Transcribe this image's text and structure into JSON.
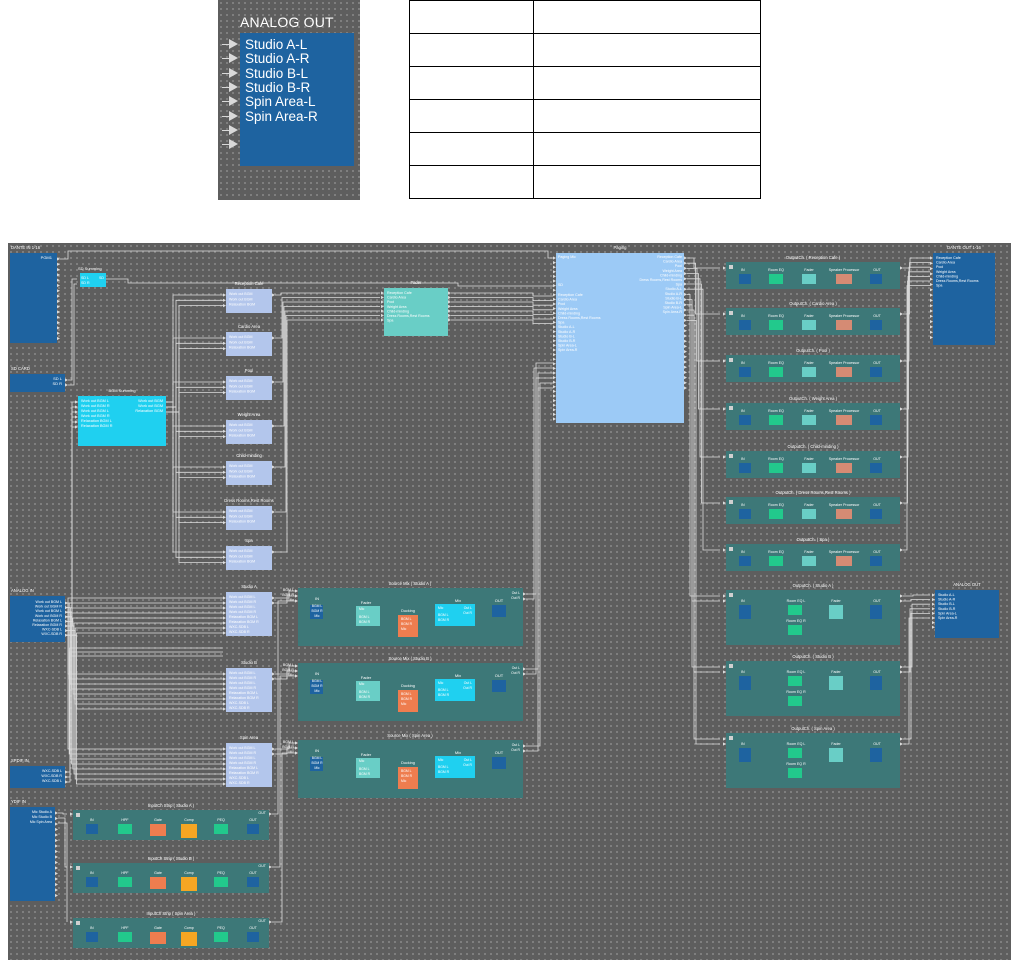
{
  "analog_out_detail": {
    "title": "ANALOG OUT",
    "channels": [
      "Studio A-L",
      "Studio A-R",
      "Studio B-L",
      "Studio B-R",
      "Spin Area-L",
      "Spin Area-R",
      "",
      ""
    ]
  },
  "table": {
    "rows": [
      [
        "",
        ""
      ],
      [
        "",
        ""
      ],
      [
        "",
        ""
      ],
      [
        "",
        ""
      ],
      [
        "",
        ""
      ],
      [
        "",
        ""
      ]
    ]
  },
  "colors": {
    "dante_blue": "#1e63a0",
    "component_light": "#b3c6ec",
    "bgm_cyan": "#1fd0f0",
    "source_mix_teal": "#3d7878",
    "paging_blue": "#9ccaf6",
    "block_green": "#22c98c",
    "block_orange": "#ee7d4f",
    "block_gold": "#f5a623",
    "fader_teal": "#69cec6",
    "speaker_salmon": "#d58b74",
    "canvas_gray": "#5e5e5e"
  },
  "diagram": {
    "dante_in": {
      "title": "DANTE IN 1-16",
      "ports": [
        "PGM1"
      ]
    },
    "sd_card": {
      "title": "SD CARD",
      "ports": [
        "SD L",
        "SD R"
      ]
    },
    "sd_summing": {
      "title": "SD Summing",
      "ports": [
        "SD L",
        "SD R",
        "SD"
      ]
    },
    "analog_in": {
      "title": "ANALOG IN",
      "ports": [
        "Work out BGM L",
        "Work out BGM R",
        "Work out BGM L",
        "Work out BGM R",
        "Relaxation BGM L",
        "Relaxation BGM R",
        "WXC-SDB L",
        "WXC-SDB R"
      ]
    },
    "spdif_in": {
      "title": "SPDIF IN",
      "ports": [
        "WXC-SDB L",
        "WXC-SDB R",
        "WXC-SDB L"
      ]
    },
    "ydif_in": {
      "title": "YDIF IN",
      "ports": [
        "Mic Studio A",
        "Mic Studio B",
        "Mic Spin Area"
      ]
    },
    "bgm_summing": {
      "title": "BGM Summing",
      "inputs": [
        "Work out BGM L",
        "Work out BGM R",
        "Work out BGM L",
        "Work out BGM R",
        "Relaxation BGM L",
        "Relaxation BGM R"
      ],
      "outputs": [
        "Work out BGM",
        "Work out BGM",
        "Relaxation BGM"
      ]
    },
    "zone_selectors": [
      {
        "title": "Reception Cafe",
        "ports": [
          "Work out BGM",
          "Work out BGM",
          "Relaxation BGM"
        ]
      },
      {
        "title": "Cardio Area",
        "ports": [
          "Work out BGM",
          "Work out BGM",
          "Relaxation BGM"
        ]
      },
      {
        "title": "Pool",
        "ports": [
          "Work out BGM",
          "Work out BGM",
          "Relaxation BGM"
        ]
      },
      {
        "title": "Weight Area",
        "ports": [
          "Work out BGM",
          "Work out BGM",
          "Relaxation BGM"
        ]
      },
      {
        "title": "Child-minding",
        "ports": [
          "Work out BGM",
          "Work out BGM",
          "Relaxation BGM"
        ]
      },
      {
        "title": "Dress Rooms,Rest Rooms",
        "ports": [
          "Work out BGM",
          "Work out BGM",
          "Relaxation BGM"
        ]
      },
      {
        "title": "Spa",
        "ports": [
          "Work out BGM",
          "Work out BGM",
          "Relaxation BGM"
        ]
      }
    ],
    "studio_selectors": [
      {
        "title": "Studio A",
        "ports": [
          "Work out BGM L",
          "Work out BGM R",
          "Work out BGM L",
          "Work out BGM R",
          "Relaxation BGM L",
          "Relaxation BGM R",
          "WXC-SDB L",
          "WXC-SDB R"
        ]
      },
      {
        "title": "Studio B",
        "ports": [
          "Work out BGM L",
          "Work out BGM R",
          "Work out BGM L",
          "Work out BGM R",
          "Relaxation BGM L",
          "Relaxation BGM R",
          "WXC-SDB L",
          "WXC-SDB R"
        ]
      },
      {
        "title": "Spin Area",
        "ports": [
          "Work out BGM L",
          "Work out BGM R",
          "Work out BGM L",
          "Work out BGM R",
          "Relaxation BGM L",
          "Relaxation BGM R",
          "WXC-SDB L",
          "WXC-SDB R"
        ]
      }
    ],
    "fader": {
      "title": "Fader",
      "ports": [
        "Reception Cafe",
        "Cardio Area",
        "Pool",
        "Weight Area",
        "Child-minding",
        "Dress Rooms,Rest Rooms",
        "Spa"
      ]
    },
    "paging": {
      "title": "Paging",
      "inputs": [
        "Paging Mic",
        "SD",
        "Reception Cafe",
        "Cardio Area",
        "Pool",
        "Weight Area",
        "Child-minding",
        "Dress Rooms,Rest Rooms",
        "Spa",
        "Studio A-L",
        "Studio A-R",
        "Studio B-L",
        "Studio B-R",
        "Spin Area-L",
        "Spin Area-R"
      ],
      "outputs": [
        "Reception Cafe",
        "Cardio Area",
        "Pool",
        "Weight Area",
        "Child-minding",
        "Dress Rooms,Rest Rooms",
        "Spa",
        "Studio A-L",
        "Studio A-R",
        "Studio B-L",
        "Studio B-R",
        "Spin Area-L",
        "Spin Area-R"
      ]
    },
    "source_mix": {
      "titles": [
        "Source Mix ( Studio A )",
        "Source Mix ( Studio B )",
        "Source Mix ( Spin Area )"
      ],
      "ext_inputs": [
        "BGM L",
        "BGM R",
        "Mic"
      ],
      "labels": {
        "in": "IN",
        "fader": "Fader",
        "ducking": "Ducking",
        "mix": "Mix",
        "out": "OUT",
        "bgm_l": "BGM L",
        "bgm_r": "BGM R",
        "mic": "Mic",
        "out_l": "Out L",
        "out_r": "Out R"
      }
    },
    "output_ch": {
      "zone_titles": [
        "OutputCh. ( Reception Cafe )",
        "OutputCh. ( Cardio Area )",
        "OutputCh. ( Pool )",
        "OutputCh. ( Weight Area )",
        "OutputCh. ( Child-minding )",
        "OutputCh. ( Dress Rooms,Rest Rooms )",
        "OutputCh. ( Spa )"
      ],
      "studio_titles": [
        "OutputCh. ( Studio A )",
        "OutputCh. ( Studio B )",
        "OutputCh. ( Spin Area )"
      ],
      "labels": {
        "in": "IN",
        "room_eq": "Room EQ",
        "room_eq_l": "Room EQ L",
        "room_eq_r": "Room EQ R",
        "fader": "Fader",
        "speaker": "Speaker Processor",
        "out": "OUT"
      }
    },
    "input_strips": {
      "titles": [
        "InputCh Strip ( Studio A )",
        "InputCh Strip ( Studio B )",
        "InputCh Strip ( Spin Area )"
      ],
      "labels": {
        "in": "IN",
        "hpf": "HPF",
        "gate": "Gate",
        "comp": "Comp",
        "peq": "PEQ",
        "out": "OUT"
      }
    },
    "dante_out": {
      "title": "DANTE OUT 1-16",
      "ports": [
        "Reception Cafe",
        "Cardio Area",
        "Pool",
        "Weight Area",
        "Child-minding",
        "Dress Rooms,Rest Rooms",
        "Spa"
      ]
    },
    "analog_out": {
      "title": "ANALOG OUT",
      "ports": [
        "Studio A-L",
        "Studio A-R",
        "Studio B-L",
        "Studio B-R",
        "Spin Area-L",
        "Spin Area-R"
      ]
    }
  }
}
